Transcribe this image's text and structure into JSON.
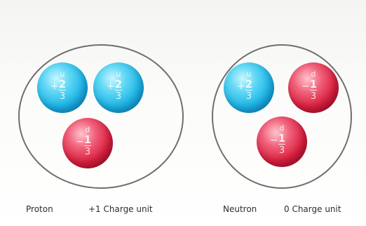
{
  "proton": {
    "name": "Proton",
    "charge_label": "+1 Charge unit",
    "quarks": [
      {
        "flavor": "u",
        "sign": "+",
        "numerator": "2",
        "denominator": "3",
        "color": "#1fb6e6"
      },
      {
        "flavor": "u",
        "sign": "+",
        "numerator": "2",
        "denominator": "3",
        "color": "#1fb6e6"
      },
      {
        "flavor": "d",
        "sign": "−",
        "numerator": "1",
        "denominator": "3",
        "color": "#d9203f"
      }
    ]
  },
  "neutron": {
    "name": "Neutron",
    "charge_label": "0 Charge unit",
    "quarks": [
      {
        "flavor": "u",
        "sign": "+",
        "numerator": "2",
        "denominator": "3",
        "color": "#1fb6e6"
      },
      {
        "flavor": "d",
        "sign": "−",
        "numerator": "1",
        "denominator": "3",
        "color": "#d9203f"
      },
      {
        "flavor": "d",
        "sign": "−",
        "numerator": "1",
        "denominator": "3",
        "color": "#d9203f"
      }
    ]
  }
}
